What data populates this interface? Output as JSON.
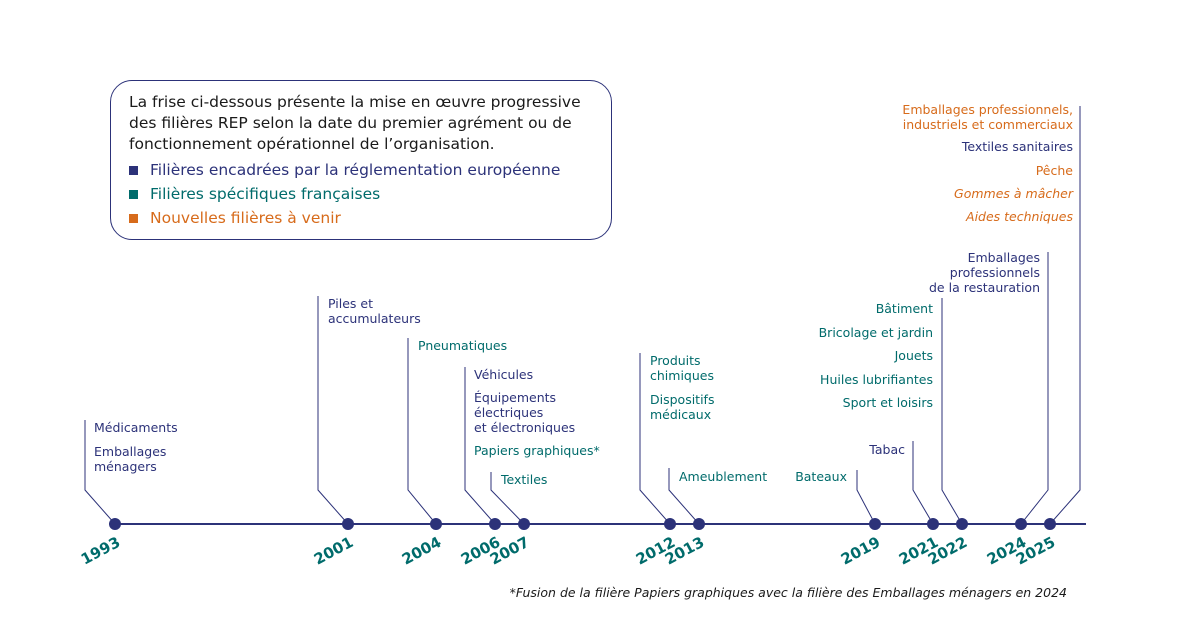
{
  "legend": {
    "intro": "La frise ci-dessous présente la mise en œuvre progressive des filières REP selon la date du premier agrément ou de fonctionnement opérationnel de l’organisation.",
    "items": [
      {
        "label": "Filières encadrées par la réglementation européenne",
        "color": "#2c3279"
      },
      {
        "label": "Filières spécifiques françaises",
        "color": "#006b6b"
      },
      {
        "label": "Nouvelles filières à venir",
        "color": "#d76b1b"
      }
    ]
  },
  "timeline": {
    "line_color": "#2c3279",
    "years": [
      "1993",
      "2001",
      "2004",
      "2006",
      "2007",
      "2012",
      "2013",
      "2019",
      "2021",
      "2022",
      "2024",
      "2025"
    ]
  },
  "labels": {
    "y1993": [
      "Médicaments",
      "Emballages\nménagers"
    ],
    "y2001": [
      "Piles et\naccumulateurs"
    ],
    "y2004": [
      "Pneumatiques"
    ],
    "y2006": [
      "Véhicules",
      "Équipements\nélectriques\net électroniques",
      "Papiers graphiques*"
    ],
    "y2007": [
      "Textiles"
    ],
    "y2012": [
      "Produits\nchimiques",
      "Dispositifs\nmédicaux"
    ],
    "y2013": [
      "Ameublement"
    ],
    "y2019": [
      "Bateaux"
    ],
    "y2021": [
      "Tabac"
    ],
    "y2022": [
      "Bâtiment",
      "Bricolage et jardin",
      "Jouets",
      "Huiles lubrifiantes",
      "Sport et loisirs"
    ],
    "y2024": [
      "Emballages\nprofessionnels\nde la restauration"
    ],
    "y2025": [
      "Emballages professionnels,\nindustriels et commerciaux",
      "Textiles sanitaires",
      "Pêche",
      "Gommes à mâcher",
      "Aides techniques"
    ]
  },
  "footnote": "*Fusion de la filière Papiers graphiques avec la filière des Emballages ménagers en 2024"
}
